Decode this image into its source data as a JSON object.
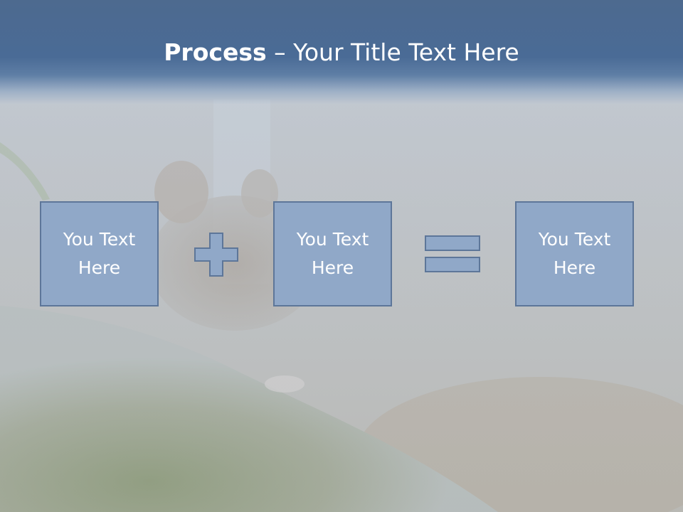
{
  "title": {
    "bold": "Process",
    "rest": " – Your Title Text Here"
  },
  "boxes": [
    {
      "line1": "You Text",
      "line2": "Here"
    },
    {
      "line1": "You Text",
      "line2": "Here"
    },
    {
      "line1": "You Text",
      "line2": "Here"
    }
  ],
  "operators": [
    "plus-icon",
    "equals-icon"
  ],
  "colors": {
    "title_band": "#4a6b96",
    "box_fill": "#90a8c8",
    "box_border": "#5d7699",
    "text": "#ffffff"
  }
}
